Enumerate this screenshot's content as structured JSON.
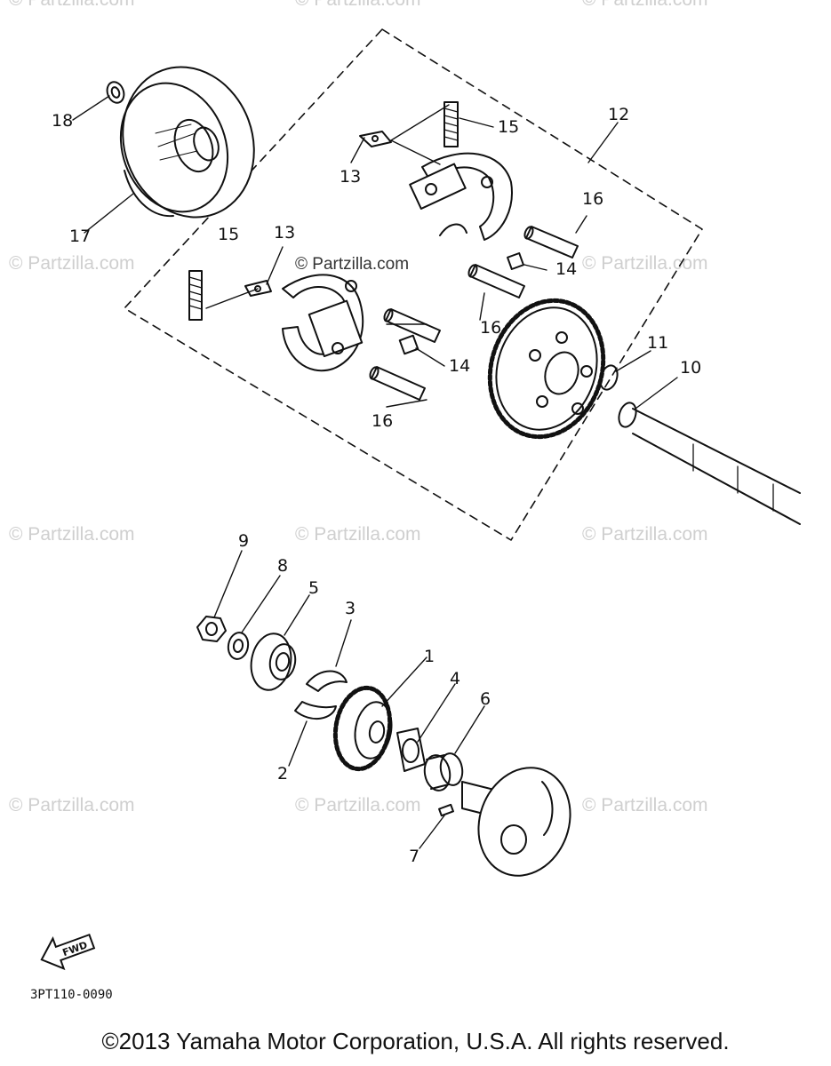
{
  "diagram": {
    "callouts": {
      "c1": "1",
      "c2": "2",
      "c3": "3",
      "c4": "4",
      "c5": "5",
      "c6": "6",
      "c7": "7",
      "c8": "8",
      "c9": "9",
      "c10": "10",
      "c11": "11",
      "c12": "12",
      "c13a": "13",
      "c13b": "13",
      "c14a": "14",
      "c14b": "14",
      "c15a": "15",
      "c15b": "15",
      "c16a": "16",
      "c16b": "16",
      "c16c": "16",
      "c17": "17",
      "c18": "18"
    },
    "fwd_label": "FWD",
    "drawing_code": "3PT110-0090"
  },
  "watermarks": {
    "w1": "© Partzilla.com",
    "w2": "© Partzilla.com",
    "w3": "© Partzilla.com",
    "w4": "© Partzilla.com",
    "w5": "© Partzilla.com",
    "w6": "© Partzilla.com",
    "w7": "© Partzilla.com",
    "w8": "© Partzilla.com",
    "w9": "© Partzilla.com",
    "w10": "© Partzilla.com",
    "w11": "© Partzilla.com",
    "w12": "© Partzilla.com"
  },
  "footer": {
    "copyright": "©2013 Yamaha Motor Corporation, U.S.A. All rights reserved."
  }
}
